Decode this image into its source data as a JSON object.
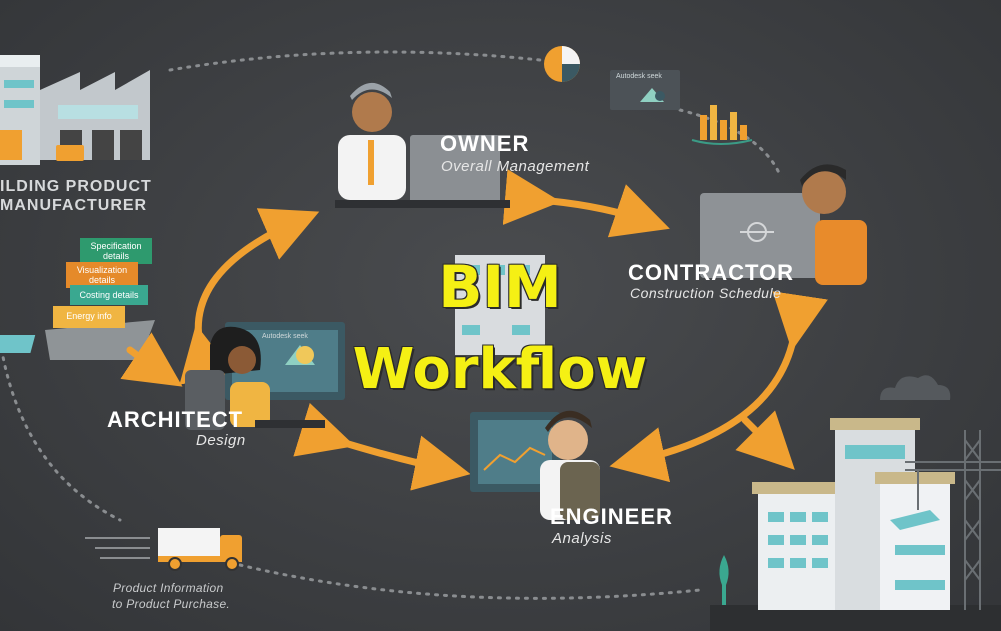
{
  "title": {
    "line1": "BIM",
    "line2": "Workflow"
  },
  "roles": {
    "owner": {
      "title": "OWNER",
      "subtitle": "Overall Management"
    },
    "contractor": {
      "title": "CONTRACTOR",
      "subtitle": "Construction Schedule"
    },
    "architect": {
      "title": "ARCHITECT",
      "subtitle": "Design"
    },
    "engineer": {
      "title": "ENGINEER",
      "subtitle": "Analysis"
    }
  },
  "manufacturer": {
    "line1": "ILDING PRODUCT",
    "line2": "MANUFACTURER"
  },
  "info_cards": [
    {
      "label": "Specification details",
      "color": "#2e9a6e"
    },
    {
      "label": "Visualization details",
      "color": "#e58a2a"
    },
    {
      "label": "Costing details",
      "color": "#3aa890"
    },
    {
      "label": "Energy info",
      "color": "#f0b542"
    }
  ],
  "screen_labels": {
    "architect_screen": "Autodesk seek",
    "top_card": "Autodesk seek"
  },
  "truck_note": {
    "line1": "Product Information",
    "line2": "to Product Purchase."
  },
  "colors": {
    "accent_orange": "#f0a030",
    "title_yellow": "#f5f014",
    "background": "#3f4143"
  }
}
